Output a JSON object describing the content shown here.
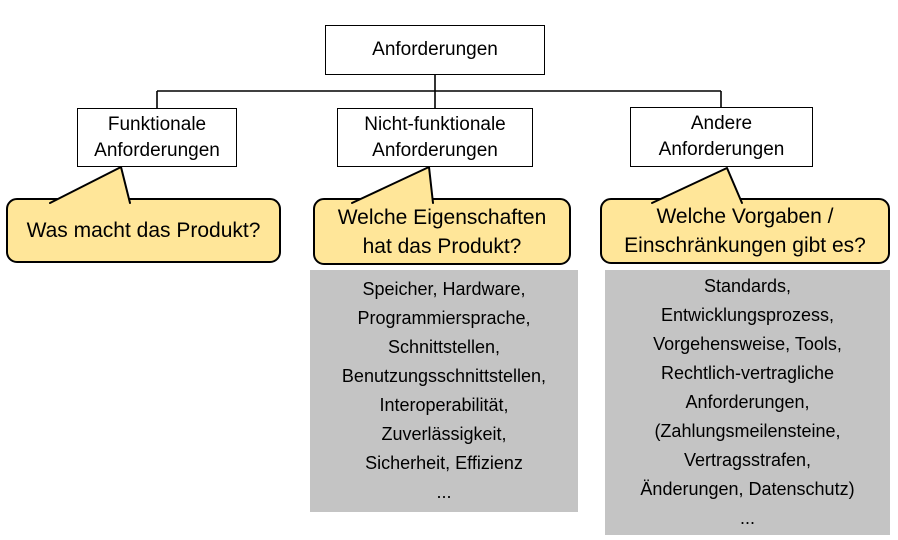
{
  "diagram": {
    "root": {
      "label": "Anforderungen"
    },
    "branches": [
      {
        "box_label": "Funktionale\nAnforderungen",
        "question": "Was macht das Produkt?"
      },
      {
        "box_label": "Nicht-funktionale\nAnforderungen",
        "question": "Welche Eigenschaften\nhat das Produkt?",
        "examples": "Speicher, Hardware,\nProgrammiersprache,\nSchnittstellen,\nBenutzungsschnittstellen,\nInteroperabilität,\nZuverlässigkeit,\nSicherheit, Effizienz\n..."
      },
      {
        "box_label": "Andere\nAnforderungen",
        "question": "Welche Vorgaben /\nEinschränkungen gibt es?",
        "examples": "Standards,\nEntwicklungsprozess,\nVorgehensweise, Tools,\nRechtlich-vertragliche\nAnforderungen,\n(Zahlungsmeilensteine,\nVertragsstrafen,\nÄnderungen, Datenschutz)\n..."
      }
    ],
    "colors": {
      "bubble_fill": "#FFE699",
      "examples_fill": "#C4C4C4",
      "line": "#000000",
      "background": "#FFFFFF"
    }
  }
}
